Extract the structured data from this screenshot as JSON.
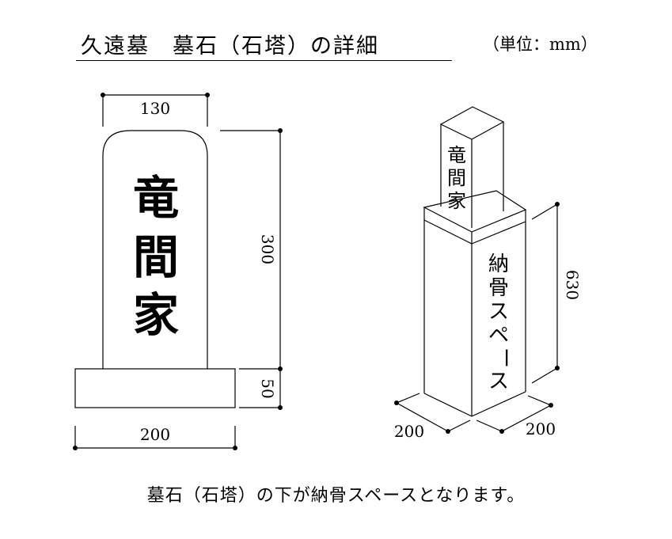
{
  "title": "久遠墓　墓石（石塔）の詳細",
  "unit": "（単位：mm）",
  "front_view": {
    "name": [
      "竜",
      "間",
      "家"
    ],
    "dims": {
      "width": "130",
      "height": "300",
      "base_height": "50",
      "base_width": "200"
    }
  },
  "iso_view": {
    "name": [
      "竜",
      "間",
      "家"
    ],
    "space_label": [
      "納",
      "骨",
      "ス",
      "ペ",
      "ー",
      "ス"
    ],
    "dims": {
      "height": "630",
      "depth": "200",
      "width": "200"
    }
  },
  "caption": "墓石（石塔）の下が納骨スペースとなります。"
}
